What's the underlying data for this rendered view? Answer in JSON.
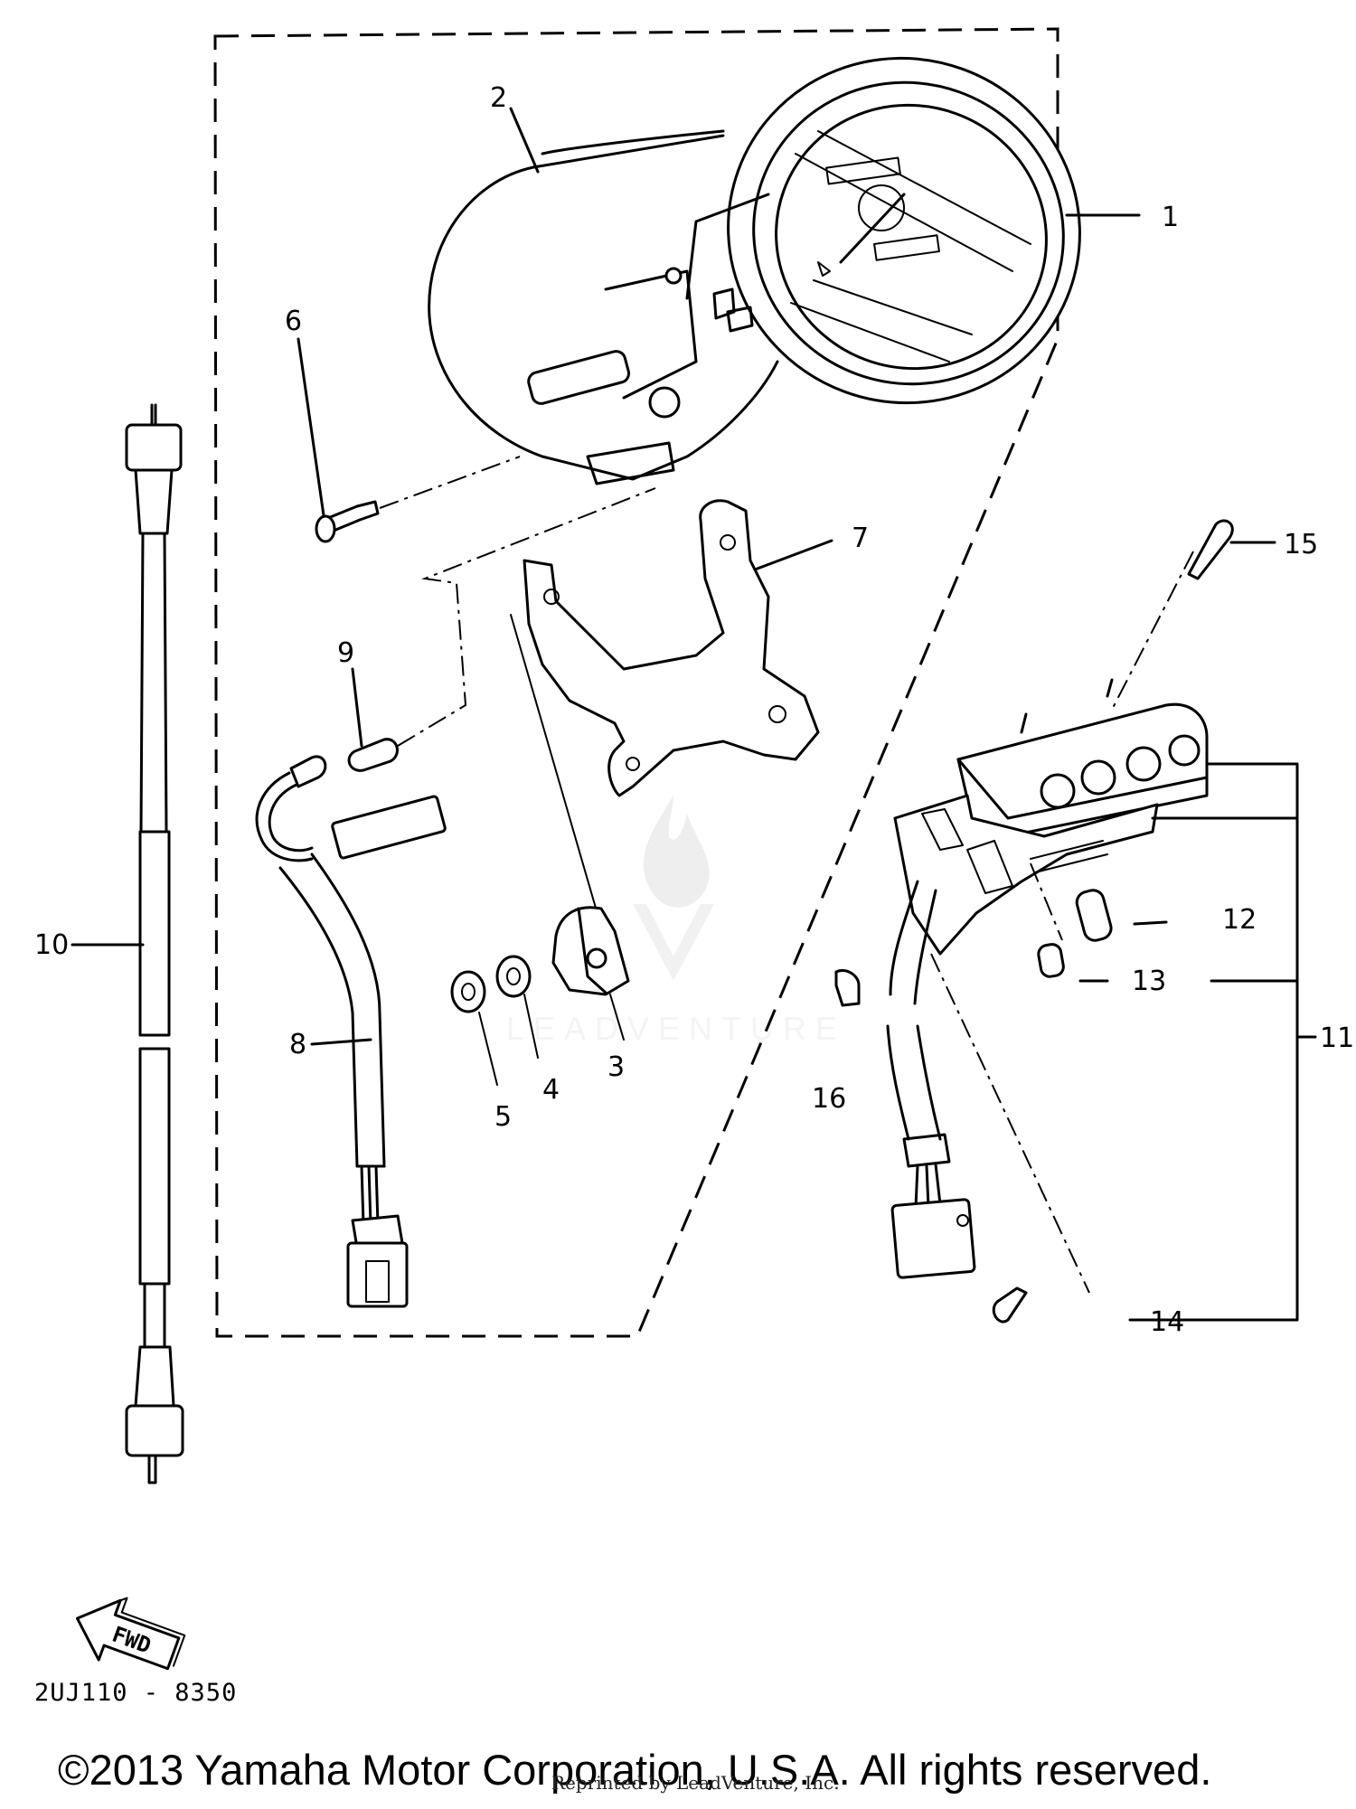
{
  "callouts": {
    "c1": "1",
    "c2": "2",
    "c3": "3",
    "c4": "4",
    "c5": "5",
    "c6": "6",
    "c7": "7",
    "c8": "8",
    "c9": "9",
    "c10": "10",
    "c11": "11",
    "c12": "12",
    "c13": "13",
    "c14": "14",
    "c15": "15",
    "c16": "16"
  },
  "fwd_arrow": {
    "label": "FWD"
  },
  "diagram_code": "2UJ110 - 8350",
  "copyright": "©2013 Yamaha Motor Corporation, U.S.A. All rights reserved.",
  "reprint_note": "Reprinted by LeadVenture, Inc.",
  "watermark": "LEADVENTURE",
  "colors": {
    "ink": "#000000",
    "paper": "#ffffff",
    "watermark": "#e6e6e6"
  }
}
